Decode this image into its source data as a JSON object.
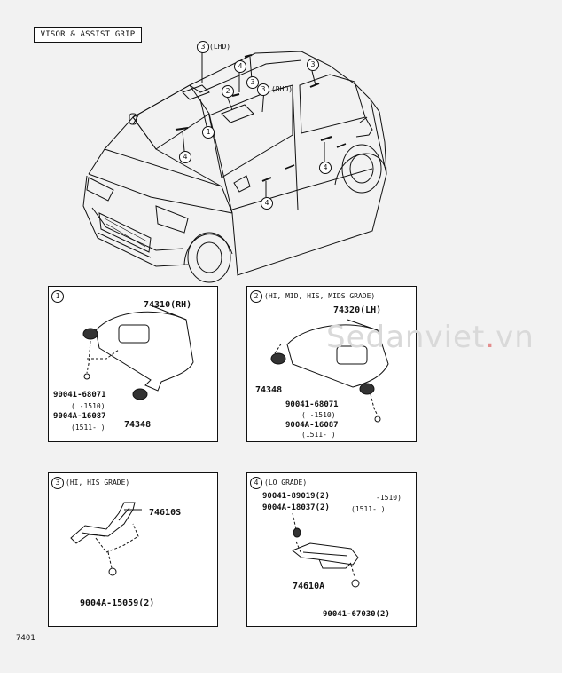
{
  "header": {
    "section_title": "VISOR & ASSIST GRIP"
  },
  "car": {
    "labels": [
      "(LHD)",
      "(RHD)"
    ],
    "callouts": [
      "3",
      "3",
      "3",
      "4",
      "4",
      "4",
      "4",
      "2",
      "1"
    ]
  },
  "panel1": {
    "num": "1",
    "part_main": "74310(RH)",
    "part_clip": "74348",
    "screw_a": "90041-68071",
    "screw_a_range": "(      -1510)",
    "screw_b": "9004A-16087",
    "screw_b_range": "(1511-      )"
  },
  "panel2": {
    "num": "2",
    "grade": "(HI, MID, HIS, MIDS GRADE)",
    "part_main": "74320(LH)",
    "part_clip": "74348",
    "screw_a": "90041-68071",
    "screw_a_range": "(      -1510)",
    "screw_b": "9004A-16087",
    "screw_b_range": "(1511-      )"
  },
  "panel3": {
    "num": "3",
    "grade": "(HI, HIS GRADE)",
    "part_main": "74610S",
    "screw": "9004A-15059(2)"
  },
  "panel4": {
    "num": "4",
    "grade": "(LO GRADE)",
    "screw_a": "90041-89019(2)",
    "screw_a_range": "-1510)",
    "screw_b": "9004A-18037(2)",
    "screw_b_range": "(1511-      )",
    "part_main": "74610A",
    "screw_c": "90041-67030(2)"
  },
  "watermark": {
    "left": "Sedanviet",
    "dot": ".",
    "right": "vn"
  },
  "footer": {
    "page_code": "7401"
  }
}
